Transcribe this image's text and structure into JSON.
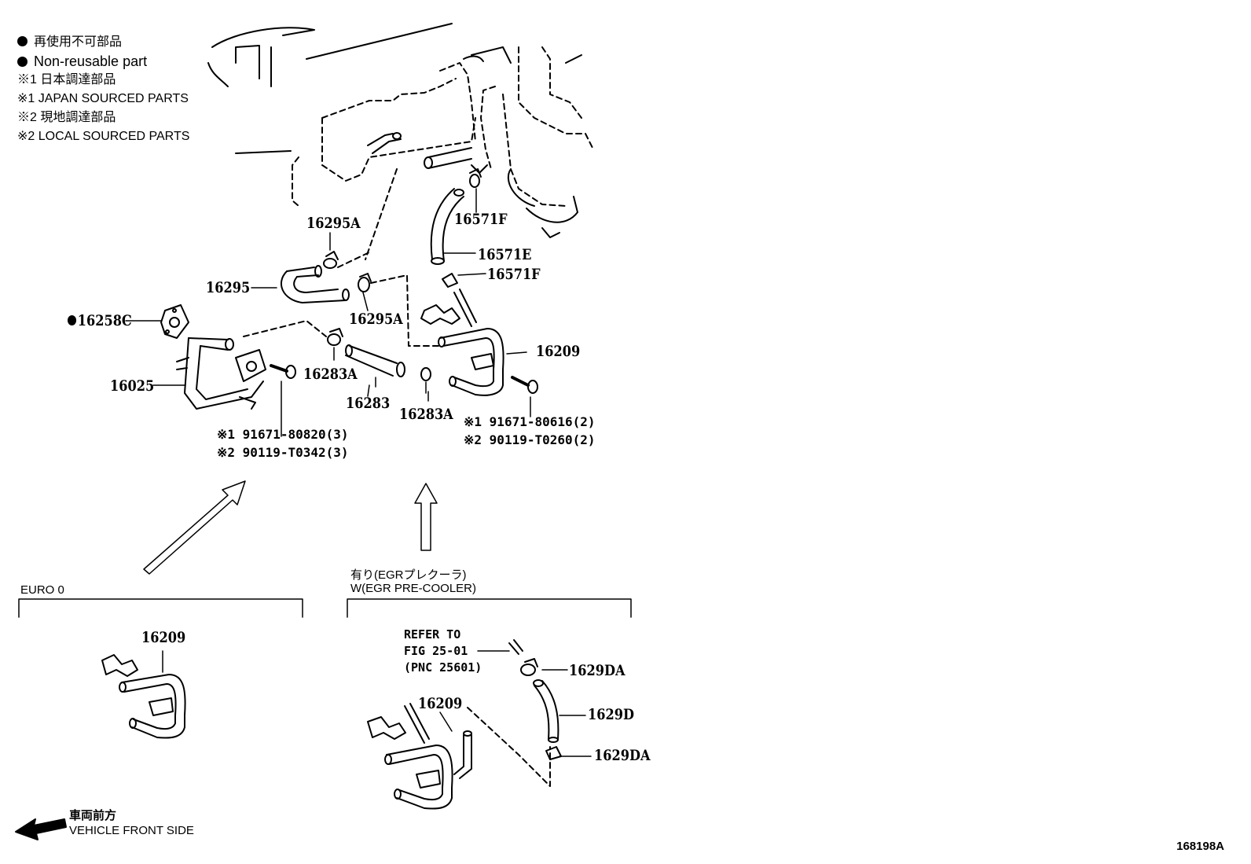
{
  "legend": {
    "nonreusable_jp": "再使用不可部品",
    "nonreusable_en": "Non-reusable part",
    "mark1_jp": "※1 日本調達部品",
    "mark1_en": "※1 JAPAN SOURCED PARTS",
    "mark2_jp": "※2 現地調達部品",
    "mark2_en": "※2 LOCAL SOURCED PARTS"
  },
  "parts": {
    "p16295A_top": "16295A",
    "p16571F_top": "16571F",
    "p16571E": "16571E",
    "p16571F_bot": "16571F",
    "p16295": "16295",
    "p16258C": "16258C",
    "p16295A_bot": "16295A",
    "p16209_main": "16209",
    "p16025": "16025",
    "p16283A_left": "16283A",
    "p16283": "16283",
    "p16283A_right": "16283A",
    "p16209_euro": "16209",
    "p16209_egr": "16209",
    "p1629DA_top": "1629DA",
    "p1629D": "1629D",
    "p1629DA_bot": "1629DA"
  },
  "bolts": {
    "left_1": "※1 91671-80820(3)",
    "left_2": "※2 90119-T0342(3)",
    "right_1": "※1 91671-80616(2)",
    "right_2": "※2 90119-T0260(2)"
  },
  "variants": {
    "euro_label": "EURO 0",
    "egr_label_jp": "有り(EGRプレクーラ)",
    "egr_label_en": "W(EGR PRE-COOLER)"
  },
  "refer": {
    "line1": "REFER TO",
    "line2": "FIG 25-01",
    "line3": "(PNC 25601)"
  },
  "front": {
    "jp": "車両前方",
    "en": "VEHICLE FRONT SIDE"
  },
  "illustration_code": "168198A"
}
